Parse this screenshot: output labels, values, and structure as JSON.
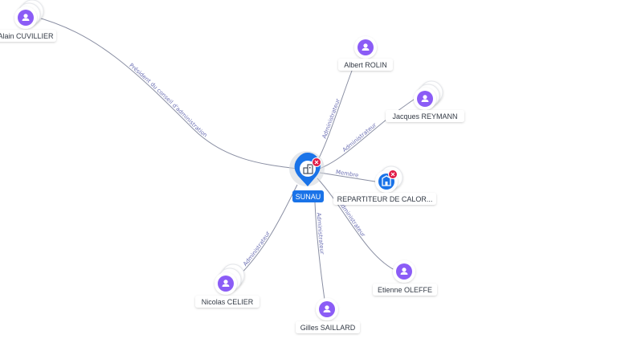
{
  "center": {
    "label": "SUNAU",
    "icon": "building-icon",
    "badge": "remove-icon"
  },
  "nodes": [
    {
      "id": "cuvillier",
      "label": "Alain CUVILLIER",
      "icon": "person-icon",
      "relation": "Président du conseil d'administration"
    },
    {
      "id": "rolin",
      "label": "Albert ROLIN",
      "icon": "person-icon",
      "relation": "Administrateur"
    },
    {
      "id": "reymann",
      "label": "Jacques REYMANN",
      "icon": "person-icon",
      "relation": "Administrateur"
    },
    {
      "id": "repartiteur",
      "label": "REPARTITEUR DE CALOR...",
      "icon": "company-icon",
      "badge": "remove-icon",
      "relation": "Membre"
    },
    {
      "id": "oleffe",
      "label": "Etienne OLEFFE",
      "icon": "person-icon",
      "relation": "Administrateur"
    },
    {
      "id": "saillard",
      "label": "Gilles SAILLARD",
      "icon": "person-icon",
      "relation": "Administrateur"
    },
    {
      "id": "celier",
      "label": "Nicolas CELIER",
      "icon": "person-icon",
      "relation": "Administrateur"
    }
  ],
  "colors": {
    "person": "#8b5cf6",
    "company": "#1a73e8",
    "edge": "#8a8fa3",
    "edge_label": "#6b6fb3",
    "badge": "#e11d48"
  }
}
